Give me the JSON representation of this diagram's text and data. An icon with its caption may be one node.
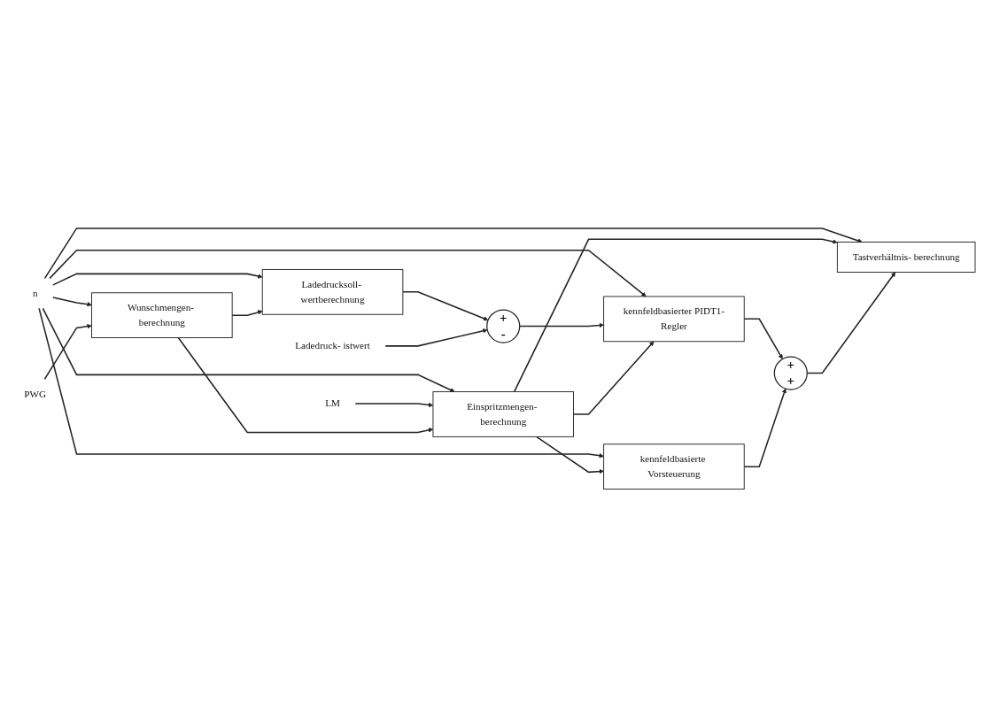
{
  "diagram": {
    "nodes": [
      {
        "text": [
          "Ladedrucksoll- wertberechnung"
        ]
      },
      {
        "text": [
          "+",
          "-"
        ]
      },
      {
        "text": [
          "Ladedruck- istwert"
        ]
      },
      {
        "text": [
          "PWG"
        ]
      },
      {
        "text": [
          "n"
        ]
      },
      {
        "text": [
          "Wunschmengen- berechnung"
        ]
      },
      {
        "text": [
          "kennfeldbasierter PIDT1-Regler"
        ]
      },
      {
        "text": [
          "+",
          "+"
        ]
      },
      {
        "text": [
          "Tastverhältnis- berechnung"
        ]
      },
      {
        "text": [
          "Einspritzmengen- berechnung"
        ]
      },
      {
        "text": [
          "LM"
        ]
      },
      {
        "text": [
          "kennfeldbasierte Vorsteuerung"
        ]
      }
    ],
    "edges": [
      {
        "from": 4,
        "to": 0,
        "arrow": "to"
      },
      {
        "from": 4,
        "to": 5,
        "arrow": "to"
      },
      {
        "from": 4,
        "to": 9,
        "arrow": "to"
      },
      {
        "from": 4,
        "to": 11,
        "arrow": "to"
      },
      {
        "from": 4,
        "to": 8,
        "arrow": "to"
      },
      {
        "from": 4,
        "to": 6,
        "arrow": "to"
      },
      {
        "from": 3,
        "to": 5,
        "arrow": "to"
      },
      {
        "from": 10,
        "to": 9,
        "arrow": "to"
      },
      {
        "from": 5,
        "to": 0,
        "arrow": "to"
      },
      {
        "from": 5,
        "to": 9,
        "arrow": "to"
      },
      {
        "from": 0,
        "to": 1,
        "arrow": "to"
      },
      {
        "from": 2,
        "to": 1,
        "arrow": "to"
      },
      {
        "from": 1,
        "to": 6,
        "arrow": "to"
      },
      {
        "from": 9,
        "to": 6,
        "arrow": "to"
      },
      {
        "from": 9,
        "to": 8,
        "arrow": "to"
      },
      {
        "from": 9,
        "to": 11,
        "arrow": "to"
      },
      {
        "from": 6,
        "to": 7,
        "arrow": "to"
      },
      {
        "from": 11,
        "to": 7,
        "arrow": "to"
      },
      {
        "from": 7,
        "to": 8,
        "arrow": "to"
      }
    ]
  }
}
